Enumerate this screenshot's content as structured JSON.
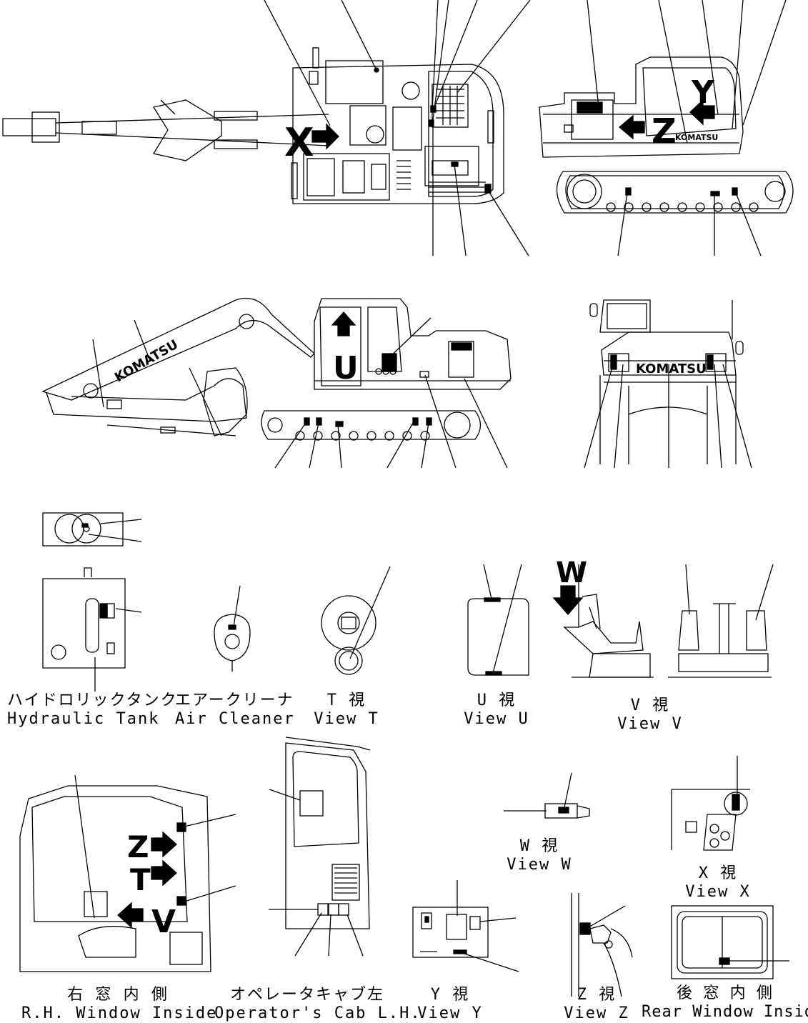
{
  "brand": "KOMATSU",
  "view_markers": [
    "X",
    "Y",
    "Z",
    "U",
    "W",
    "Z",
    "T",
    "V"
  ],
  "captions": {
    "hydraulic_tank": {
      "jp": "ハイドロリックタンク",
      "en": "Hydraulic Tank"
    },
    "air_cleaner": {
      "jp": "エアークリーナ",
      "en": "Air Cleaner"
    },
    "view_t": {
      "jp": "T 視",
      "en": "View T"
    },
    "view_u": {
      "jp": "U 視",
      "en": "View U"
    },
    "view_v": {
      "jp": "V 視",
      "en": "View V"
    },
    "view_w": {
      "jp": "W 視",
      "en": "View W"
    },
    "view_x": {
      "jp": "X 視",
      "en": "View X"
    },
    "rh_window": {
      "jp": "右 窓 内 側",
      "en": "R.H. Window Inside"
    },
    "cab_lh": {
      "jp": "オペレータキャブ左",
      "en": "Operator's Cab L.H."
    },
    "view_y": {
      "jp": "Y 視",
      "en": "View Y"
    },
    "view_z": {
      "jp": "Z 視",
      "en": "View Z"
    },
    "rear_window": {
      "jp": "後 窓 内 側",
      "en": "Rear Window Inside"
    }
  }
}
